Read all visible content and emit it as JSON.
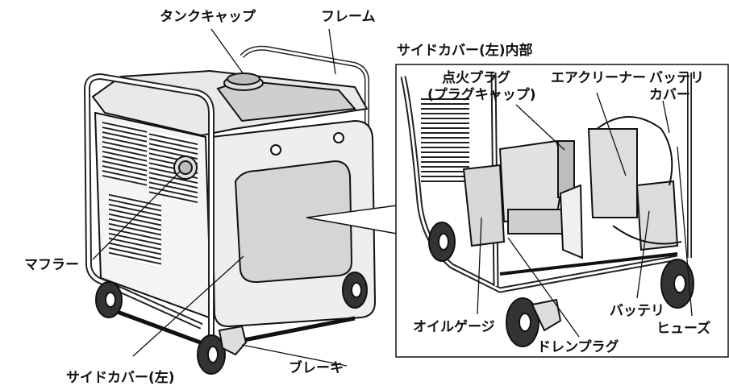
{
  "labels": {
    "tank_cap": "タンクキャップ",
    "frame": "フレーム",
    "side_cover_inside_title": "サイドカバー(左)内部",
    "spark_plug_line1": "点火プラグ",
    "spark_plug_line2": "(プラグキャップ)",
    "air_cleaner": "エアクリーナー",
    "battery_cover_line1": "バッテリ",
    "battery_cover_line2": "カバー",
    "muffler": "マフラー",
    "battery": "バッテリ",
    "oil_gauge": "オイルゲージ",
    "fuse": "ヒューズ",
    "drain_plug": "ドレンプラグ",
    "brake": "ブレーキ",
    "side_cover_left": "サイドカバー(左)"
  }
}
